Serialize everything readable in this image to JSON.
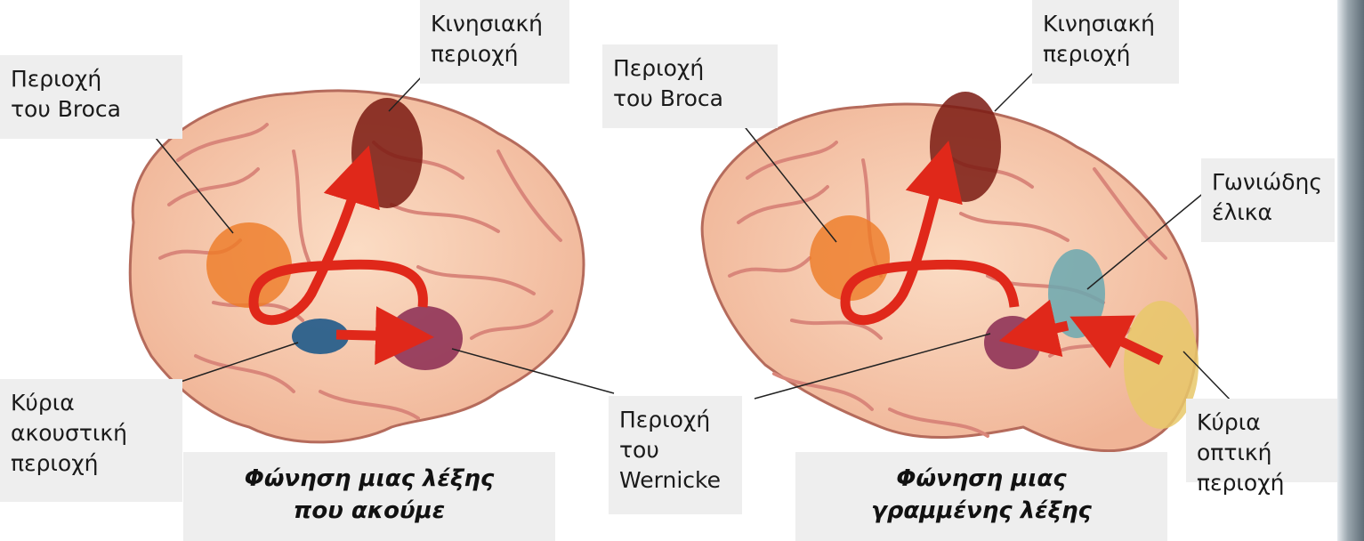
{
  "left_diagram": {
    "labels": {
      "motor": "Κινησιακή\nπεριοχή",
      "broca": "Περιοχή\nτου Broca",
      "auditory": "Κύρια\nακουστική\nπεριοχή",
      "wernicke": "Περιοχή\nτου\nWernicke"
    },
    "caption": "Φώνηση μιας λέξης\nπου ακούμε"
  },
  "right_diagram": {
    "labels": {
      "motor": "Κινησιακή\nπεριοχή",
      "broca": "Περιοχή\nτου Broca",
      "angular": "Γωνιώδης\nέλικα",
      "visual": "Κύρια οπτική\nπεριοχή"
    },
    "caption": "Φώνηση μιας\nγραμμένης λέξης"
  },
  "colors": {
    "brain": "#f6c7a8",
    "gyri": "#d9867a",
    "motor_area": "#7a1a12",
    "broca_area": "#ee7a25",
    "wernicke_area": "#8a2a52",
    "auditory_area": "#1f5a8a",
    "angular_area": "#6aa8b0",
    "visual_area": "#e7c86a",
    "arrow": "#e0281a"
  }
}
